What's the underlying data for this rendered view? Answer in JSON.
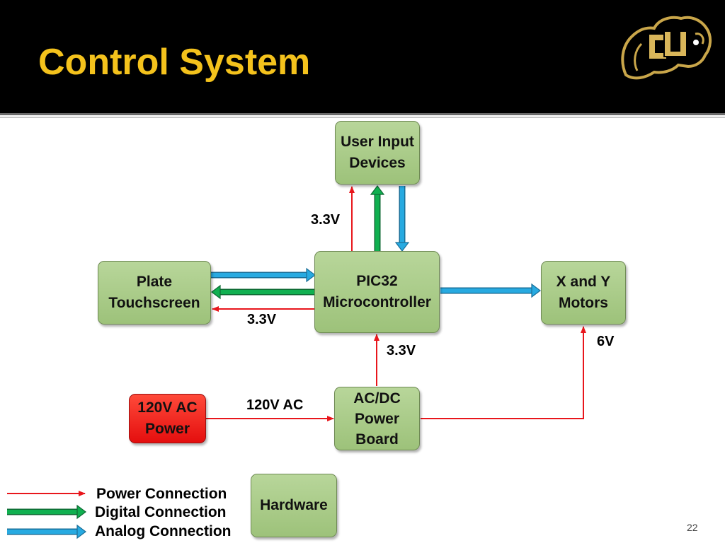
{
  "slide": {
    "title": "Control System",
    "page_number": "22",
    "logo": "cu-buffalo-logo"
  },
  "colors": {
    "header_bg": "#000000",
    "title": "#f4c21c",
    "block_fill": "#9dc27a",
    "power_block_fill": "#e40e0e",
    "power_connection": "#e8161c",
    "digital_connection": "#10b050",
    "analog_connection": "#27aae1"
  },
  "blocks": {
    "user_input": "User Input\nDevices",
    "pic32": "PIC32\nMicrocontroller",
    "touchscreen": "Plate\nTouchscreen",
    "motors": "X and Y\nMotors",
    "power_board": "AC/DC\nPower\nBoard",
    "ac_power": "120V AC\nPower",
    "hardware": "Hardware"
  },
  "connection_labels": {
    "user_input_power": "3.3V",
    "touchscreen_power": "3.3V",
    "pic32_power": "3.3V",
    "motors_power": "6V",
    "ac_input": "120V AC"
  },
  "legend": {
    "power": "Power Connection",
    "digital": "Digital Connection",
    "analog": "Analog Connection"
  }
}
